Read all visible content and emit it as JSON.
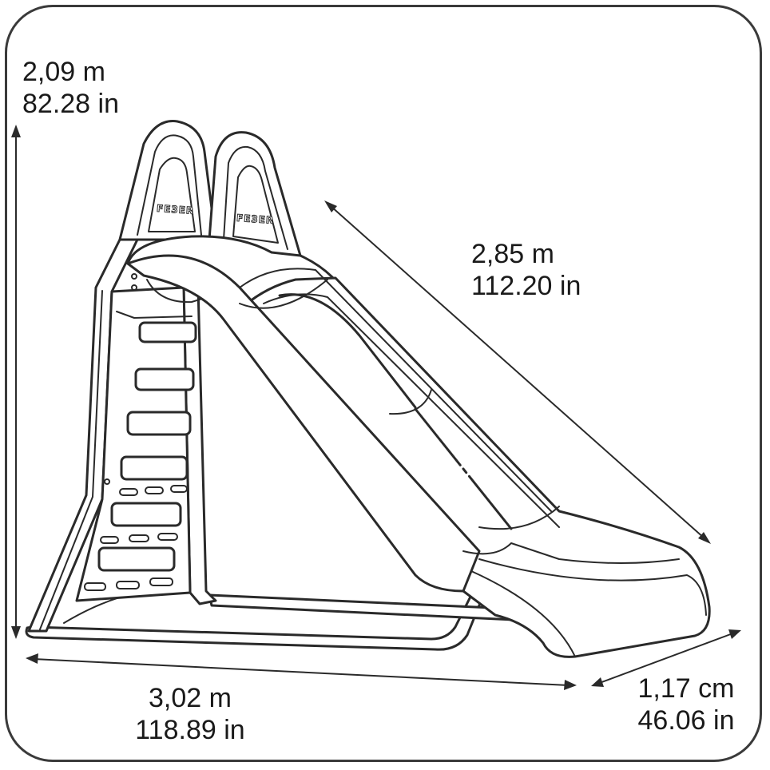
{
  "dimensions": {
    "height": {
      "metric": "2,09 m",
      "imperial": "82.28 in"
    },
    "length": {
      "metric": "2,85 m",
      "imperial": "112.20 in"
    },
    "depth": {
      "metric": "3,02 m",
      "imperial": "118.89 in"
    },
    "width": {
      "metric": "1,17 cm",
      "imperial": "46.06 in"
    }
  },
  "brand_marks": [
    "FE3ER",
    "FE3ER"
  ]
}
